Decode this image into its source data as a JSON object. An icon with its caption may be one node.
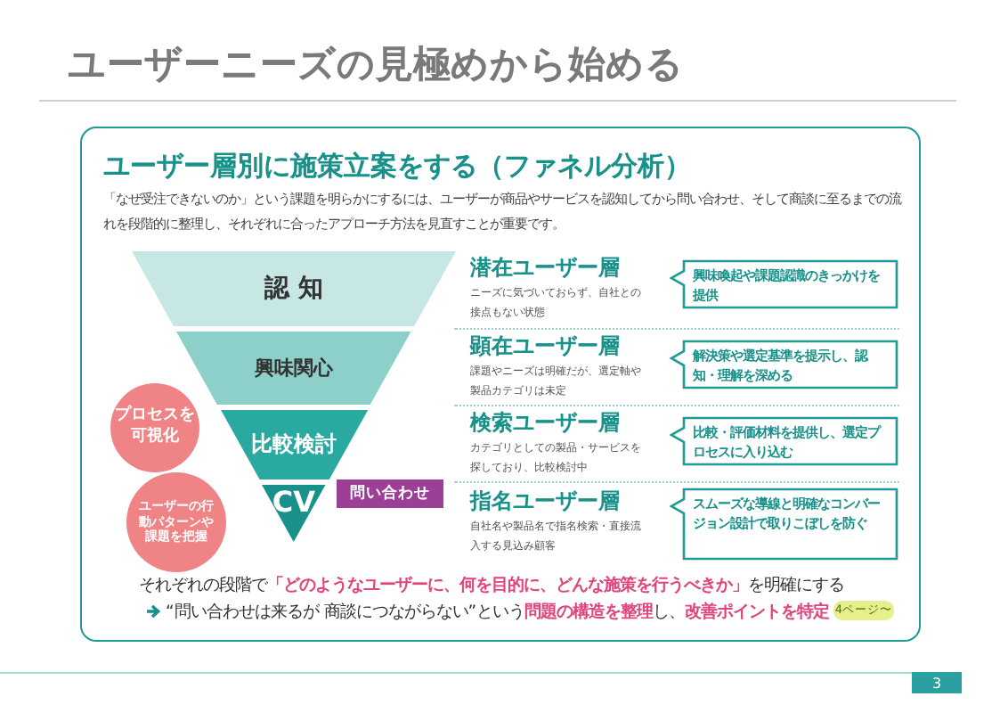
{
  "diagram": {
    "title": "ユーザーニーズの見極めから始める",
    "nodes": [
      {
        "text": [
          "ユーザー層別に施策立案をする（ファネル分析）",
          "「なぜ受注できないのか」という課題を明らかにするには、ユーザーが商品やサービスを認知してから問い合わせ、そして商談に至るまでの流れを段階的に整理し、それぞれに合ったアプローチ方法を見直すことが重要です。"
        ]
      },
      {
        "text": [
          "認 知"
        ],
        "in": 0
      },
      {
        "text": [
          "興味関心"
        ],
        "in": 0
      },
      {
        "text": [
          "比較検討"
        ],
        "in": 0
      },
      {
        "text": [
          "CV"
        ],
        "in": 0
      },
      {
        "text": [
          "問い合わせ"
        ],
        "in": 0
      },
      {
        "text": [
          "プロセスを可視化"
        ],
        "in": 0
      },
      {
        "text": [
          "ユーザーの行動パターンや課題を把握"
        ],
        "in": 0
      },
      {
        "text": [
          "潜在ユーザー層",
          "ニーズに気づいておらず、自社との接点もない状態"
        ],
        "in": 0
      },
      {
        "text": [
          "顕在ユーザー層",
          "課題やニーズは明確だが、選定軸や製品カテゴリは未定"
        ],
        "in": 0
      },
      {
        "text": [
          "検索ユーザー層",
          "カテゴリとしての製品・サービスを探しており、比較検討中"
        ],
        "in": 0
      },
      {
        "text": [
          "指名ユーザー層",
          "自社名や製品名で指名検索・直接流入する見込み顧客"
        ],
        "in": 0
      },
      {
        "text": [
          "興味喚起や課題認識のきっかけを提供"
        ],
        "in": 0
      },
      {
        "text": [
          "解決策や選定基準を提示し、認知・理解を深める"
        ],
        "in": 0
      },
      {
        "text": [
          "比較・評価材料を提供し、選定プロセスに入り込む"
        ],
        "in": 0
      },
      {
        "text": [
          "スムーズな導線と明確なコンバージョン設計で取りこぼしを防ぐ"
        ],
        "in": 0
      },
      {
        "text": [
          "4ページ〜"
        ],
        "in": 0
      },
      {
        "text": [
          "3"
        ]
      }
    ],
    "labels": [
      "それぞれの段階で**「どのようなユーザーに、何を目的に、どんな施策を行うべきか」**を明確にする",
      "“問い合わせは来るが 商談につながらない”という**問題の構造を整理**し、**改善ポイントを特定**"
    ]
  }
}
